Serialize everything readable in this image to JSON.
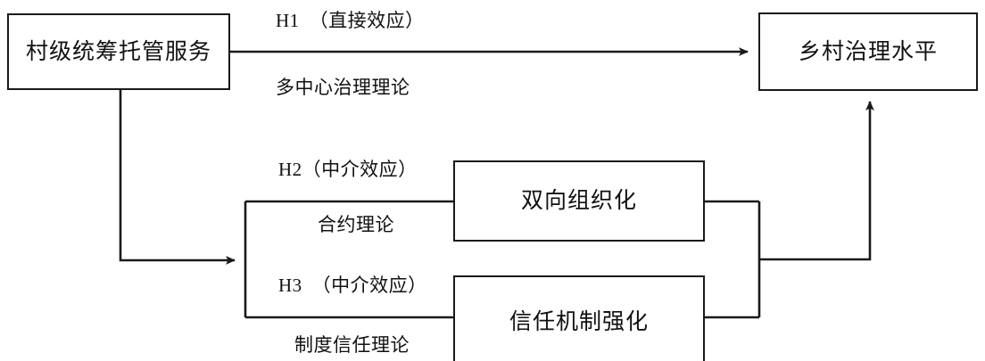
{
  "diagram": {
    "title": "",
    "colors": {
      "stroke": "#1a1a1a",
      "text": "#111111",
      "background": "#ffffff"
    },
    "nodes": {
      "treatment": {
        "label": "村级统筹托管服务"
      },
      "outcome": {
        "label": "乡村治理水平"
      },
      "mediator1": {
        "label": "双向组织化"
      },
      "mediator2": {
        "label": "信任机制强化"
      }
    },
    "edge_labels": {
      "h1": "H1　（直接效应）",
      "theory1": "多中心治理理论",
      "h2": "H2（中介效应）",
      "theory2": "合约理论",
      "h3": "H3　（中介效应）",
      "theory3": "制度信任理论"
    }
  }
}
